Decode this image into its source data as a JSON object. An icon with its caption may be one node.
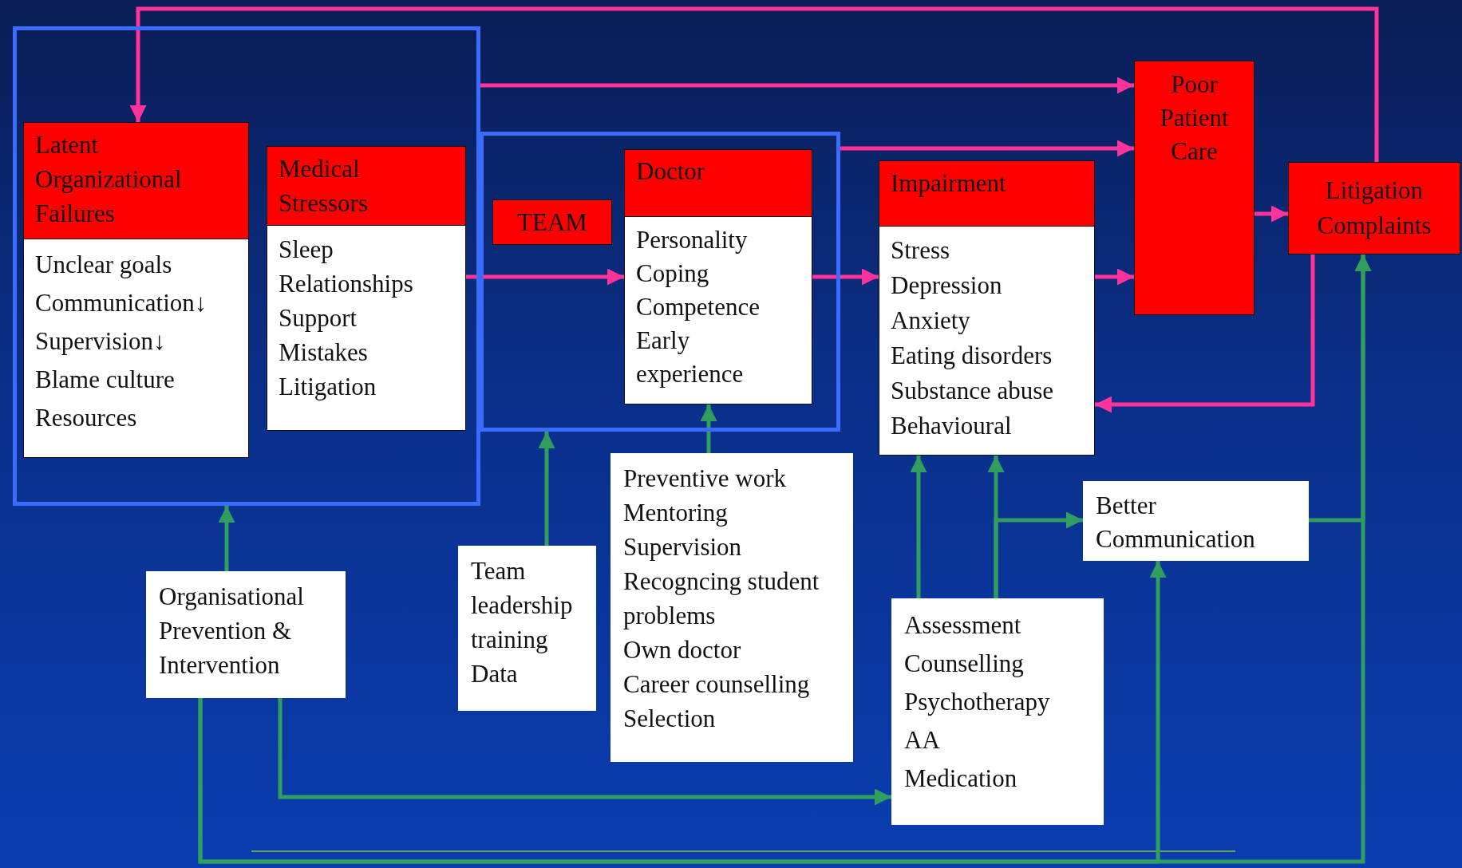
{
  "diagram": {
    "nodes": [
      {
        "text": [],
        "shape": "box"
      },
      {
        "text": [
          "Latent Organizational Failures",
          "Unclear goals",
          "Communication↓",
          "Supervision↓",
          "Blame culture",
          "Resources"
        ],
        "in": 0
      },
      {
        "text": [
          "Medical Stressors",
          "Sleep",
          "Relationships",
          "Support",
          "Mistakes",
          "Litigation"
        ],
        "in": 0
      },
      {
        "text": [],
        "shape": "box"
      },
      {
        "text": [
          "TEAM"
        ],
        "in": 3
      },
      {
        "text": [
          "Doctor",
          "Personality",
          "Coping",
          "Competence",
          "Early experience"
        ],
        "in": 3
      },
      {
        "text": [
          "Impairment",
          "Stress",
          "Depression",
          "Anxiety",
          "Eating disorders",
          "Substance abuse",
          "Behavioural"
        ]
      },
      {
        "text": [
          "Poor Patient Care"
        ]
      },
      {
        "text": [
          "Litigation Complaints"
        ]
      },
      {
        "text": [
          "Organisational Prevention & Intervention"
        ]
      },
      {
        "text": [
          "Team leadership training",
          "Data"
        ]
      },
      {
        "text": [
          "Preventive work",
          "Mentoring",
          "Supervision",
          "Recogncing student problems",
          "Own doctor",
          "Career counselling",
          "Selection"
        ]
      },
      {
        "text": [
          "Assessment",
          "Counselling",
          "Psychotherapy",
          "AA",
          "Medication"
        ]
      },
      {
        "text": [
          "Better Communication"
        ]
      }
    ],
    "edges": [
      {
        "from": 8,
        "to": 1,
        "arrow": "to",
        "color": "#ff3399"
      },
      {
        "from": 0,
        "to": 7,
        "arrow": "to",
        "color": "#ff3399"
      },
      {
        "from": 3,
        "to": 7,
        "arrow": "to",
        "color": "#ff3399"
      },
      {
        "from": 2,
        "to": 5,
        "arrow": "to",
        "color": "#ff3399"
      },
      {
        "from": 5,
        "to": 6,
        "arrow": "to",
        "color": "#ff3399"
      },
      {
        "from": 6,
        "to": 7,
        "arrow": "to",
        "color": "#ff3399"
      },
      {
        "from": 7,
        "to": 8,
        "arrow": "to",
        "color": "#ff3399"
      },
      {
        "from": 8,
        "to": 6,
        "arrow": "to",
        "color": "#ff3399"
      },
      {
        "from": 9,
        "to": 0,
        "arrow": "to"
      },
      {
        "from": 10,
        "to": 3,
        "arrow": "to"
      },
      {
        "from": 11,
        "to": 5,
        "arrow": "to"
      },
      {
        "from": 12,
        "to": 6,
        "arrow": "to"
      },
      {
        "from": 12,
        "to": 6,
        "arrow": "to"
      },
      {
        "from": 12,
        "to": 13,
        "arrow": "to"
      },
      {
        "from": 13,
        "to": 8,
        "arrow": "to"
      },
      {
        "from": 9,
        "to": 12,
        "arrow": "to"
      },
      {
        "from": 9,
        "to": 8,
        "arrow": "to"
      },
      {
        "from": 9,
        "to": 13,
        "arrow": "to"
      }
    ]
  }
}
